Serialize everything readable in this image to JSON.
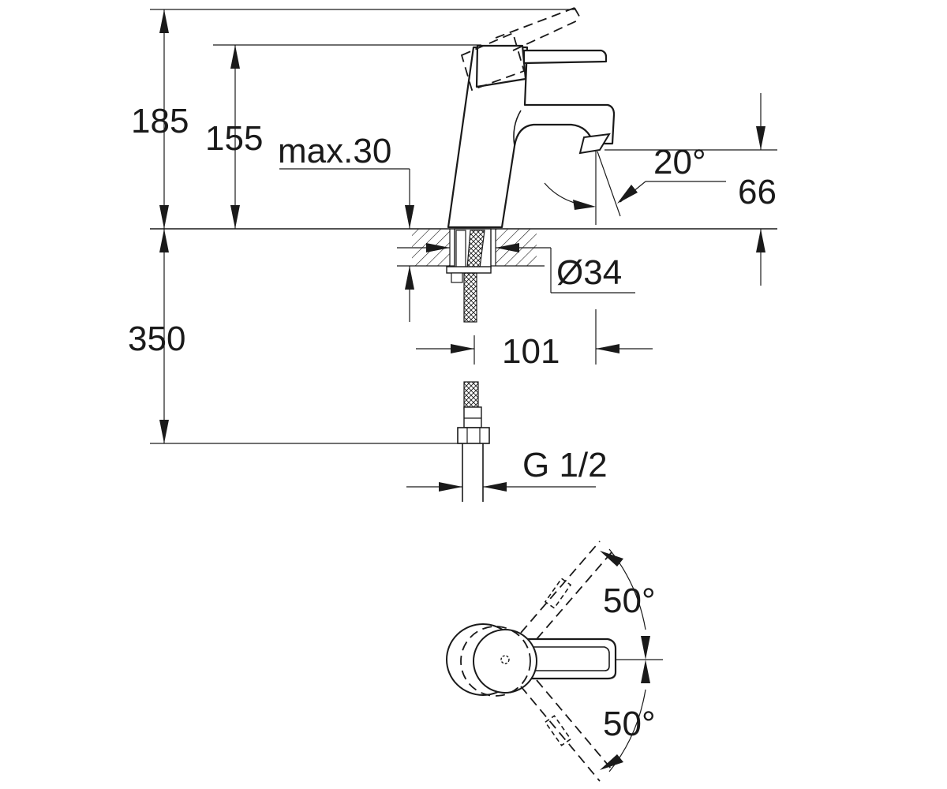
{
  "dimensions": {
    "total_height": "185",
    "lever_height": "155",
    "max_deck": "max.30",
    "angle_spout": "20°",
    "spout_height": "66",
    "hole_diameter": "Ø34",
    "below_deck": "350",
    "reach": "101",
    "connection": "G 1/2",
    "swivel_left": "50°",
    "swivel_right": "50°"
  },
  "colors": {
    "line": "#1a1a1a",
    "background": "#ffffff"
  }
}
